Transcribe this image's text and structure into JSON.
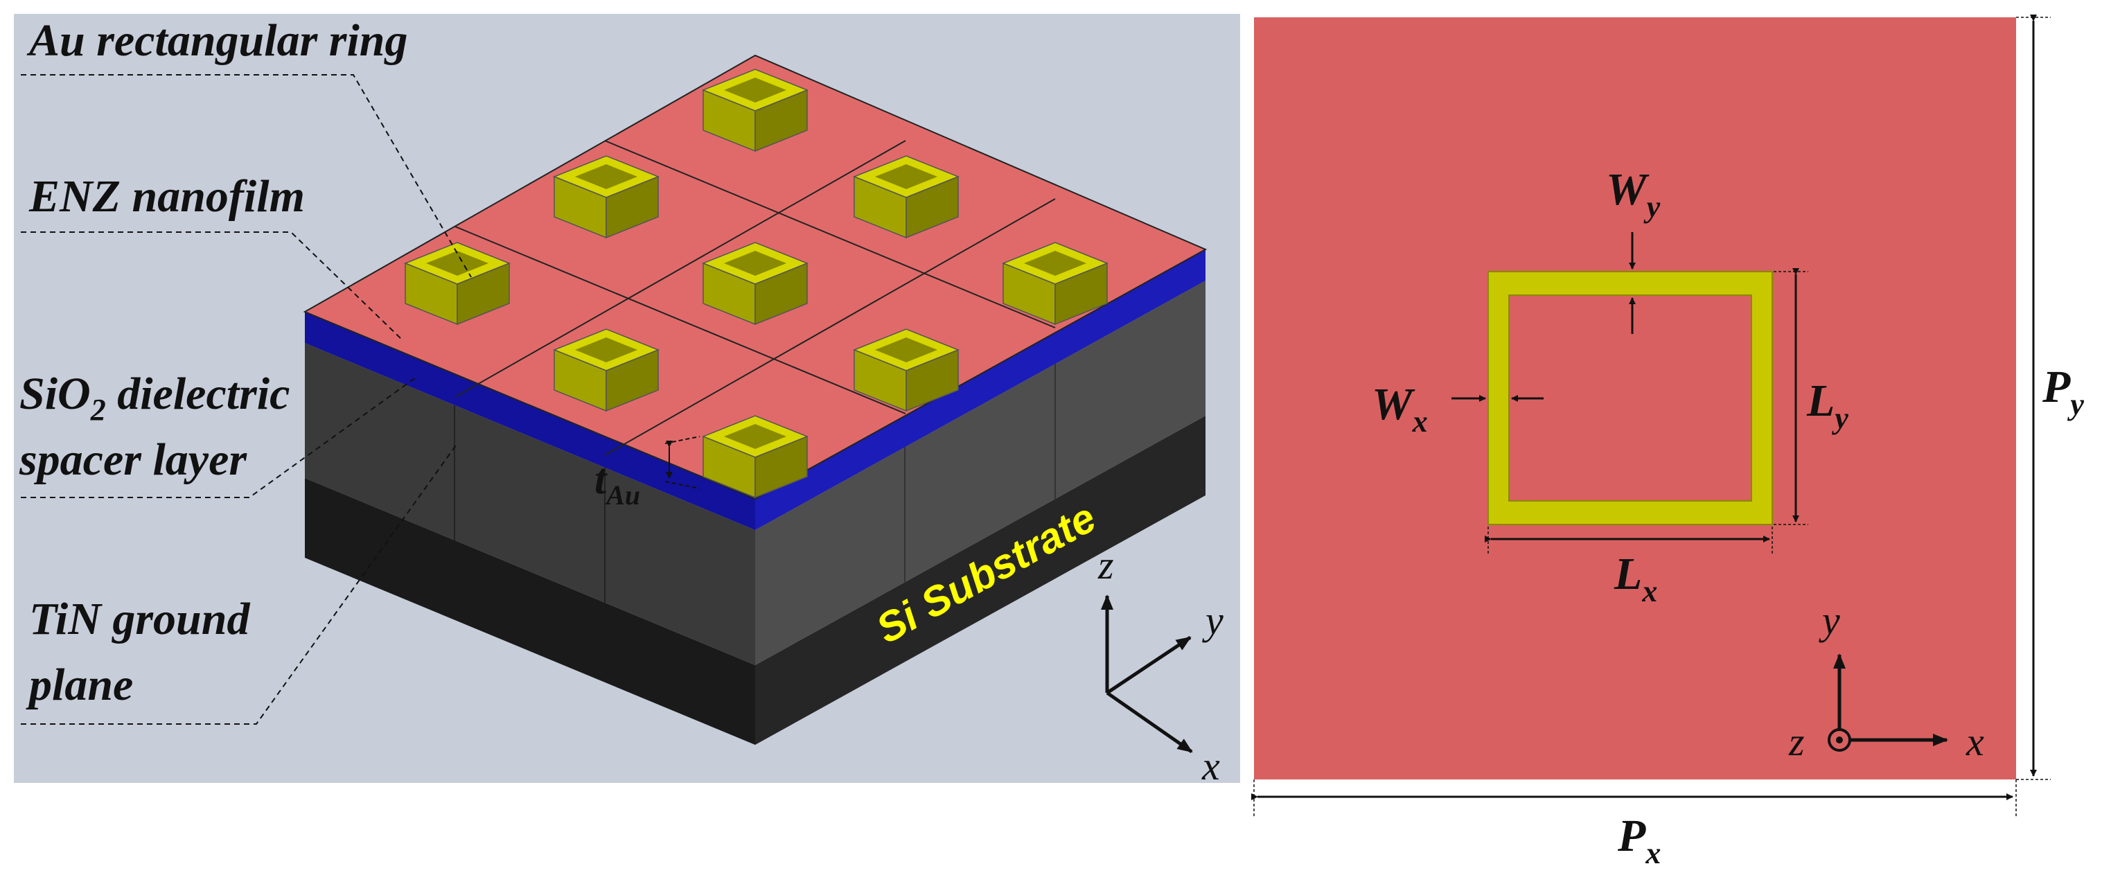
{
  "left_panel": {
    "labels": {
      "au_ring": "Au rectangular ring",
      "enz": "ENZ nanofilm",
      "sio2_main": "SiO",
      "sio2_sub": "2",
      "sio2_rest": " dielectric",
      "spacer": "spacer layer",
      "tin1": "TiN ground",
      "tin2": "plane",
      "t_main": "t",
      "t_sub": "Au",
      "substrate": "Si Substrate"
    },
    "axes": {
      "x": "x",
      "y": "y",
      "z": "z"
    }
  },
  "right_panel": {
    "labels": {
      "wy_main": "W",
      "wy_sub": "y",
      "wx_main": "W",
      "wx_sub": "x",
      "ly_main": "L",
      "ly_sub": "y",
      "lx_main": "L",
      "lx_sub": "x",
      "py_main": "P",
      "py_sub": "y",
      "px_main": "P",
      "px_sub": "x"
    },
    "axes": {
      "x": "x",
      "y": "y",
      "z": "z"
    }
  },
  "colors": {
    "panel_bg": "#c7cdd9",
    "enz_top": "#e06a6a",
    "unit_cell": "#d96060",
    "gold": "#c8c800",
    "gold_dark": "#8a8a00",
    "blue_layer": "#1616a8",
    "sio2": "#4a4a4a",
    "substrate": "#1e1e1e",
    "substrate_text": "#ffff00"
  }
}
